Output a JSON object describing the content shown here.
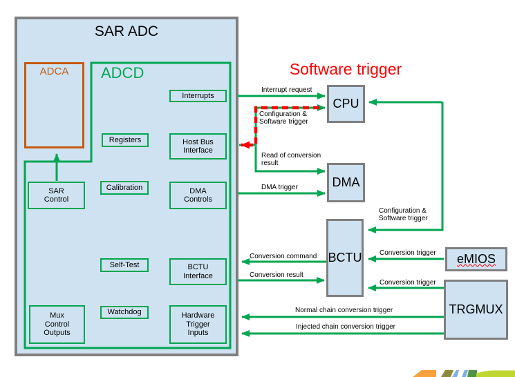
{
  "colors": {
    "block_fill": "#cfe2f1",
    "gray_border": "#7f7f7f",
    "green": "#00a651",
    "orange": "#c55a11",
    "red": "#ff0000",
    "logo_orange": "#f9a13b",
    "logo_olive": "#8f8a39",
    "logo_blue": "#7fb1de",
    "logo_green": "#4f9444",
    "logo_lime": "#c0d731"
  },
  "sar_adc": {
    "title": "SAR ADC",
    "adca_label": "ADCA",
    "adcd_label": "ADCD",
    "blocks": {
      "interrupts": "Interrupts",
      "registers": "Registers",
      "host_bus_interface": "Host Bus\nInterface",
      "sar_control": "SAR\nControl",
      "calibration": "Calibration",
      "dma_controls": "DMA\nControls",
      "self_test": "Self-Test",
      "bctu_interface": "BCTU\nInterface",
      "mux_control_outputs": "Mux\nControl\nOutputs",
      "watchdog": "Watchdog",
      "hardware_trigger_inputs": "Hardware\nTrigger\nInputs"
    }
  },
  "annotation": {
    "software_trigger": "Software trigger"
  },
  "peripherals": {
    "cpu": "CPU",
    "dma": "DMA",
    "bctu": "BCTU",
    "emios": "eMIOS",
    "trgmux": "TRGMUX"
  },
  "arrow_labels": {
    "interrupt_request": "Interrupt request",
    "config_sw_trigger_cpu": "Configuration &\nSoftware trigger",
    "read_conversion_result": "Read of conversion\nresult",
    "dma_trigger": "DMA trigger",
    "config_sw_trigger_bctu": "Configuration &\nSoftware trigger",
    "conversion_trigger_emios": "Conversion trigger",
    "conversion_command": "Conversion command",
    "conversion_result": "Conversion result",
    "conversion_trigger_trgmux": "Conversion trigger",
    "normal_chain_trigger": "Normal chain conversion trigger",
    "injected_chain_trigger": "Injected chain conversion trigger"
  },
  "logo": {
    "name": "nxp-logo-partial"
  }
}
